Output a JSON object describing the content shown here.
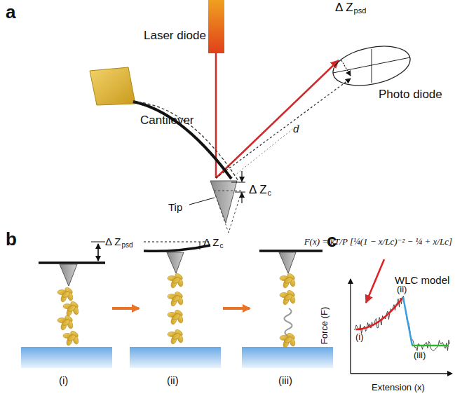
{
  "diagram": {
    "labels": [
      "a",
      "Laser diode",
      "Δ Z",
      "psd",
      "Photo diode",
      "d",
      "Cantilever",
      "Tip",
      "Δ Z",
      "c",
      "b",
      "Δ Z",
      "psd",
      "Δ Z",
      "c",
      "(i)",
      "(ii)",
      "(iii)",
      "c",
      "F(x) = kT/P [¼(1 − x/Lc)⁻² − ¼ + x/Lc]",
      "WLC model",
      "Force (F)",
      "Extension (x)",
      "(i)",
      "(ii)",
      "(iii)"
    ]
  }
}
